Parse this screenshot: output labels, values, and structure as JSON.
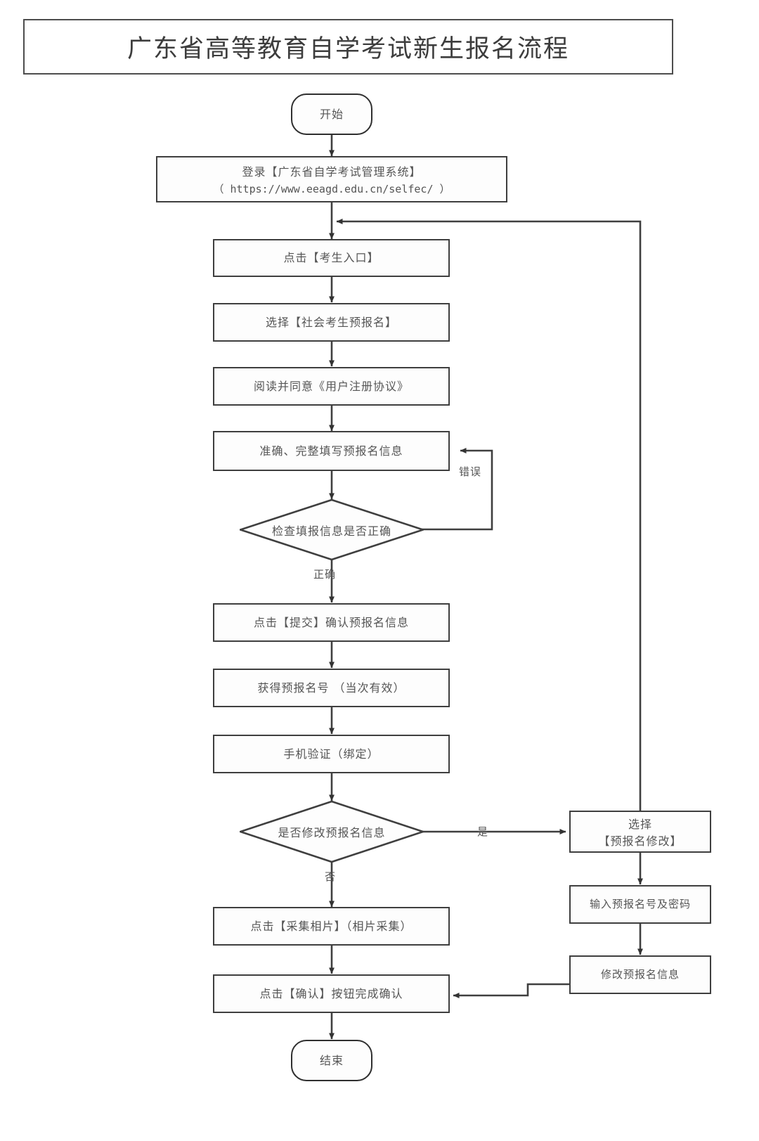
{
  "title": "广东省高等教育自学考试新生报名流程",
  "flowchart": {
    "type": "flowchart",
    "nodes": {
      "start": {
        "label": "开始",
        "shape": "terminal"
      },
      "login": {
        "line1": "登录【广东省自学考试管理系统】",
        "line2": "（ https://www.eeagd.edu.cn/selfec/ ）",
        "shape": "process"
      },
      "entrance": {
        "label": "点击【考生入口】",
        "shape": "process"
      },
      "choose_pre_reg": {
        "label": "选择【社会考生预报名】",
        "shape": "process"
      },
      "agreement": {
        "label": "阅读并同意《用户注册协议》",
        "shape": "process"
      },
      "fill_info": {
        "label": "准确、完整填写预报名信息",
        "shape": "process"
      },
      "check_info": {
        "label": "检查填报信息是否正确",
        "shape": "decision"
      },
      "submit": {
        "label": "点击【提交】确认预报名信息",
        "shape": "process"
      },
      "get_number": {
        "label": "获得预报名号 （当次有效）",
        "shape": "process"
      },
      "phone_verify": {
        "label": "手机验证（绑定）",
        "shape": "process"
      },
      "modify_decision": {
        "label": "是否修改预报名信息",
        "shape": "decision"
      },
      "choose_modify": {
        "line1": "选择",
        "line2": "【预报名修改】",
        "shape": "process"
      },
      "input_number_pwd": {
        "label": "输入预报名号及密码",
        "shape": "process"
      },
      "modify_info": {
        "label": "修改预报名信息",
        "shape": "process"
      },
      "collect_photo": {
        "label": "点击【采集相片】（相片采集）",
        "shape": "process"
      },
      "confirm": {
        "label": "点击【确认】按钮完成确认",
        "shape": "process"
      },
      "end": {
        "label": "结束",
        "shape": "terminal"
      }
    },
    "edge_labels": {
      "error": "错误",
      "correct": "正确",
      "yes": "是",
      "no": "否"
    },
    "colors": {
      "stroke": "#3f3f3f",
      "text": "#555555",
      "background": "#ffffff"
    }
  }
}
